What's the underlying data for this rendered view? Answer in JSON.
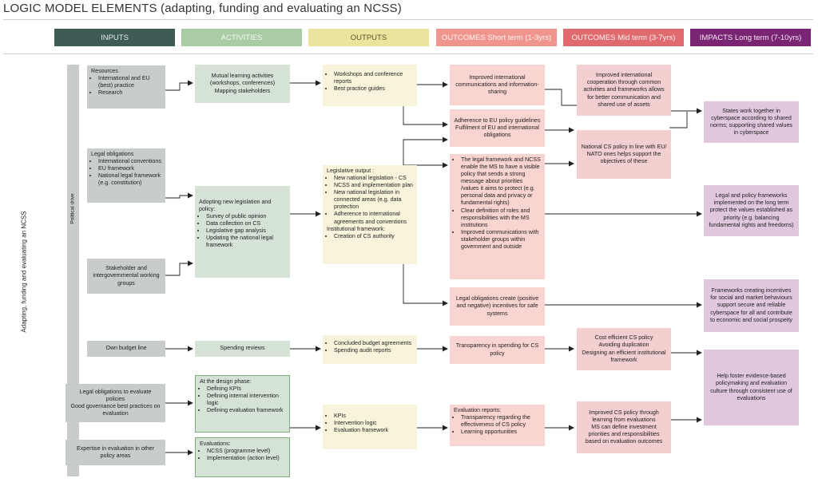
{
  "title": "LOGIC MODEL ELEMENTS (adapting, funding and evaluating an NCSS)",
  "headers": {
    "inputs": "INPUTS",
    "activities": "ACTIVITIES",
    "outputs": "OUTPUTS",
    "outcomes_short": "OUTCOMES Short term (1-3yrs)",
    "outcomes_mid": "OUTCOMES Mid term (3-7yrs)",
    "impacts": "IMPACTS Long term (7-10yrs)"
  },
  "colors": {
    "inputs_header": "#3f5b55",
    "activities_header": "#a9cca4",
    "outputs_header": "#ece39c",
    "outcomes_short_header": "#f0958d",
    "outcomes_mid_header": "#df6b6e",
    "impacts_header": "#7a2474"
  },
  "side_label": "Adapting, funding and evaluating an NCSS",
  "bar_label": "Political drive",
  "inputs": {
    "resources": {
      "title": "Resources",
      "items": [
        "International and EU (best) practice",
        "Research"
      ]
    },
    "legal": {
      "title": "Legal obligations",
      "items": [
        "International conventions",
        "EU framework",
        "National legal framework (e.g. constitution)"
      ]
    },
    "stakeholder": "Stakeholder and intergovernmental working groups",
    "budget": "Own budget line",
    "legal_eval": "Legal obligations to evaluate policies\nGood governance best practices on evaluation",
    "expertise": "Expertise in evaluation in other policy areas"
  },
  "activities": {
    "mutual": "Mutual learning activities (workshops, conferences)\nMapping stakeholders",
    "legislation": {
      "title": "Adopting new legislation and policy:",
      "items": [
        "Survey of public opinion",
        "Data collection on CS",
        "Legislative gap analysis",
        "Updating the national legal framework"
      ]
    },
    "spending": "Spending reviews",
    "design": {
      "title": "At the design phase:",
      "items": [
        "Defining KPIs",
        "Defining internal intervention logic",
        "Defining evaluation framework"
      ]
    },
    "evaluations": {
      "title": "Evaluations:",
      "items": [
        "NCSS (programme level)",
        "Implementation (action level)"
      ]
    }
  },
  "outputs": {
    "workshops": {
      "items": [
        "Workshops and conference reports",
        "Best practice guides"
      ]
    },
    "legislative": {
      "title": "Legislative output :",
      "items": [
        "New national legislation - CS",
        "NCSS and implementation plan",
        "New national legislation in connected areas (e.g. data protection",
        "Adherence to international agreements and conventions"
      ],
      "title2": "Institutional framework:",
      "items2": [
        "Creation of CS authority"
      ]
    },
    "budget": {
      "items": [
        "Concluded budget agreements",
        "Spending audit reports"
      ]
    },
    "kpis": {
      "items": [
        "KPIs",
        "Intervention logic",
        "Evaluation framework"
      ]
    }
  },
  "outcomes_short": {
    "improved_comm": "Improved international communications and information-sharing",
    "adherence": "Adherence to EU policy guidelines\nFulfilment of EU and international obligations",
    "legal_framework": {
      "items": [
        "The legal framework and NCSS enable the MS to have a visible policy that sends a strong message about priorities /values it aims to protect (e.g. personal data and privacy or fundamental rights)",
        "Clear definition of roles and responsibilities with the MS institutions",
        "Improved communications with stakeholder groups within government and outside"
      ]
    },
    "incentives": "Legal obligations create (positive and negative) incentives for safe systems",
    "transparency": "Transparency in spending for CS policy",
    "eval_reports": {
      "title": "Evaluation reports:",
      "items": [
        "Transparency regarding the effectiveness of CS policy",
        "Learning opportunities"
      ]
    }
  },
  "outcomes_mid": {
    "cooperation": "Improved international cooperation through common activities and frameworks allows for better communication and shared use of assets",
    "national_policy": "National CS policy in line with EU/ NATO ones helps support the objectives of these",
    "cost_efficient": "Cost efficient CS policy\nAvoiding duplication\nDesigning an efficient institutional framework",
    "improved_policy": "Improved CS policy through learning from evaluations\nMS can define investment priorities and responsibilities based on evaluation outcomes"
  },
  "impacts": {
    "states": "States work together in cyberspace according to shared norms; supporting shared values in cyberspace",
    "legal_policy": "Legal and policy frameworks implemented on the long term protect the values established as priority (e.g. balancing fundamental rights and freedoms)",
    "frameworks": "Frameworks creating incentives for social and market behaviours support secure and reliable cyberspace for all and contribute to economic and social prospeity",
    "evidence": "Help foster evidence-based policymaking and evaluation culture through consistent use of evaluations"
  }
}
